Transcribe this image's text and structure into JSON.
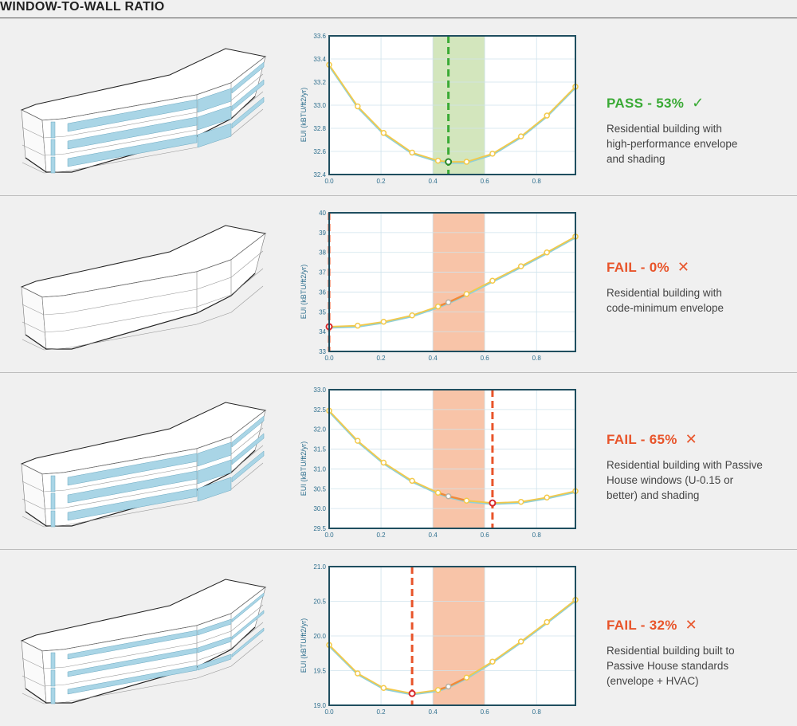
{
  "title": "WINDOW-TO-WALL RATIO",
  "colors": {
    "pass": "#3aaa35",
    "fail": "#e8542a",
    "pass_band": "#d3e6bd",
    "fail_band": "#f8c4a8",
    "line": "#f3c94a",
    "frame": "#1f4e5f"
  },
  "rows": [
    {
      "status": "PASS - 53%",
      "result": "pass",
      "icon": "check-icon",
      "icon_glyph": "✓",
      "desc": [
        "Residential building with",
        "high-performance envelope",
        "and shading"
      ]
    },
    {
      "status": "FAIL - 0%",
      "result": "fail",
      "icon": "x-icon",
      "icon_glyph": "✕",
      "desc": [
        "Residential building with",
        "code-minimum envelope"
      ]
    },
    {
      "status": "FAIL - 65%",
      "result": "fail",
      "icon": "x-icon",
      "icon_glyph": "✕",
      "desc": [
        "Residential building with Passive",
        "House windows (U-0.15 or",
        "better) and shading"
      ]
    },
    {
      "status": "FAIL - 32%",
      "result": "fail",
      "icon": "x-icon",
      "icon_glyph": "✕",
      "desc": [
        "Residential building built to",
        "Passive House standards",
        "(envelope + HVAC)"
      ]
    }
  ],
  "chart_data": [
    {
      "type": "line",
      "ylabel": "EUI (kBTU/ft2/yr)",
      "xlim": [
        0,
        0.95
      ],
      "ylim": [
        32.4,
        33.6
      ],
      "xticks": [
        "0.0",
        "0.2",
        "0.4",
        "0.6",
        "0.8"
      ],
      "yticks": [
        "32.4",
        "32.6",
        "32.8",
        "33.0",
        "33.2",
        "33.4",
        "33.6"
      ],
      "x": [
        0,
        0.11,
        0.21,
        0.32,
        0.42,
        0.46,
        0.53,
        0.63,
        0.74,
        0.84,
        0.95
      ],
      "y": [
        33.35,
        32.99,
        32.76,
        32.59,
        32.52,
        32.51,
        32.51,
        32.58,
        32.73,
        32.91,
        33.16
      ],
      "target_band": [
        0.4,
        0.6
      ],
      "selected_index": 5,
      "result": "pass"
    },
    {
      "type": "line",
      "ylabel": "EUI (kBTU/ft2/yr)",
      "xlim": [
        0,
        0.95
      ],
      "ylim": [
        33,
        40
      ],
      "xticks": [
        "0.0",
        "0.2",
        "0.4",
        "0.6",
        "0.8"
      ],
      "yticks": [
        "33",
        "34",
        "35",
        "36",
        "37",
        "38",
        "39",
        "40"
      ],
      "x": [
        0,
        0.11,
        0.21,
        0.32,
        0.42,
        0.46,
        0.53,
        0.63,
        0.74,
        0.84,
        0.95
      ],
      "y": [
        34.25,
        34.3,
        34.5,
        34.82,
        35.27,
        35.48,
        35.9,
        36.57,
        37.3,
        38.0,
        38.8
      ],
      "target_band": [
        0.4,
        0.6
      ],
      "selected_index": 0,
      "result": "fail"
    },
    {
      "type": "line",
      "ylabel": "EUI (kBTU/ft2/yr)",
      "xlim": [
        0,
        0.95
      ],
      "ylim": [
        29.5,
        33.0
      ],
      "xticks": [
        "0.0",
        "0.2",
        "0.4",
        "0.6",
        "0.8"
      ],
      "yticks": [
        "29.5",
        "30.0",
        "30.5",
        "31.0",
        "31.5",
        "32.0",
        "32.5",
        "33.0"
      ],
      "x": [
        0,
        0.11,
        0.21,
        0.32,
        0.42,
        0.46,
        0.53,
        0.63,
        0.74,
        0.84,
        0.95
      ],
      "y": [
        32.47,
        31.71,
        31.16,
        30.7,
        30.4,
        30.31,
        30.2,
        30.14,
        30.17,
        30.28,
        30.44
      ],
      "target_band": [
        0.4,
        0.6
      ],
      "selected_index": 7,
      "result": "fail"
    },
    {
      "type": "line",
      "ylabel": "EUI (kBTU/ft2/yr)",
      "xlim": [
        0,
        0.95
      ],
      "ylim": [
        19.0,
        21.0
      ],
      "xticks": [
        "0.0",
        "0.2",
        "0.4",
        "0.6",
        "0.8"
      ],
      "yticks": [
        "19.0",
        "19.5",
        "20.0",
        "20.5",
        "21.0"
      ],
      "x": [
        0,
        0.11,
        0.21,
        0.32,
        0.42,
        0.46,
        0.53,
        0.63,
        0.74,
        0.84,
        0.95
      ],
      "y": [
        19.87,
        19.46,
        19.25,
        19.17,
        19.22,
        19.27,
        19.4,
        19.63,
        19.92,
        20.2,
        20.52
      ],
      "target_band": [
        0.4,
        0.6
      ],
      "selected_index": 3,
      "result": "fail"
    }
  ]
}
